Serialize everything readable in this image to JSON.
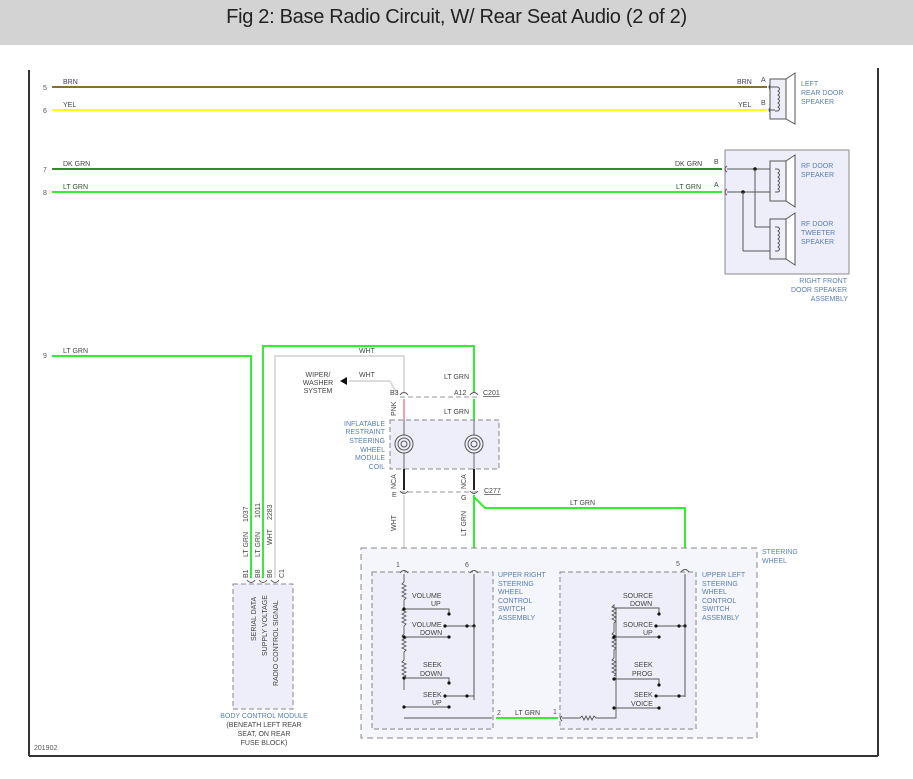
{
  "title": "Fig 2: Base Radio Circuit, W/ Rear Seat Audio (2 of 2)",
  "figure_id": "201902",
  "colors": {
    "brn": "#8b6d2c",
    "yel": "#ffff1a",
    "dk_grn": "#2e8b2e",
    "lt_grn": "#33ee33",
    "wht": "#dcdcdc",
    "pnk": "#f2a0b0",
    "component_fill": "#eeeefa",
    "component_label": "#5a7fb5",
    "frame": "#333333"
  },
  "wires": [
    {
      "row": "5",
      "color": "BRN",
      "right_label": "BRN",
      "pin": "A",
      "dest": "left-rear-door-speaker"
    },
    {
      "row": "6",
      "color": "YEL",
      "right_label": "YEL",
      "pin": "B",
      "dest": "left-rear-door-speaker"
    },
    {
      "row": "7",
      "color": "DK GRN",
      "right_label": "DK GRN",
      "pin": "B",
      "dest": "right-front-door-speaker-assembly"
    },
    {
      "row": "8",
      "color": "LT GRN",
      "right_label": "LT GRN",
      "pin": "A",
      "dest": "right-front-door-speaker-assembly"
    },
    {
      "row": "9",
      "color": "LT GRN"
    }
  ],
  "components": {
    "left_rear_speaker": {
      "lines": [
        "LEFT",
        "REAR DOOR",
        "SPEAKER"
      ]
    },
    "rf_door_speaker": {
      "lines": [
        "RF DOOR",
        "SPEAKER"
      ]
    },
    "rf_tweeter": {
      "lines": [
        "RF DOOR",
        "TWEETER",
        "SPEAKER"
      ]
    },
    "rf_assembly": {
      "lines": [
        "RIGHT FRONT",
        "DOOR SPEAKER",
        "ASSEMBLY"
      ]
    },
    "wiper": {
      "lines": [
        "WIPER/",
        "WASHER",
        "SYSTEM"
      ],
      "wire": "WHT"
    },
    "coil": {
      "lines": [
        "INFLATABLE",
        "RESTRAINT",
        "STEERING",
        "WHEEL",
        "MODULE",
        "COIL"
      ]
    },
    "bcm": {
      "lines": [
        "BODY CONTROL MODULE",
        "(BENEATH LEFT REAR",
        "SEAT, ON REAR",
        "FUSE BLOCK)"
      ],
      "signals": [
        "SERIAL DATA",
        "SUPPLY VOLTAGE",
        "RADIO CONTROL SIGNAL"
      ],
      "pins": [
        "B1",
        "B8",
        "B6",
        "C1"
      ],
      "wire_colors": [
        "LT GRN",
        "LT GRN",
        "WHT"
      ],
      "circuits": [
        "1037",
        "1011",
        "2283"
      ]
    },
    "steering_wheel": {
      "lines": [
        "STEERING",
        "WHEEL"
      ]
    },
    "upper_right_switch": {
      "lines": [
        "UPPER RIGHT",
        "STEERING",
        "WHEEL",
        "CONTROL",
        "SWITCH",
        "ASSEMBLY"
      ],
      "pins": [
        "1",
        "6",
        "2"
      ],
      "switches": [
        [
          "VOLUME",
          "UP"
        ],
        [
          "VOLUME",
          "DOWN"
        ],
        [
          "SEEK",
          "DOWN"
        ],
        [
          "SEEK",
          "UP"
        ]
      ]
    },
    "upper_left_switch": {
      "lines": [
        "UPPER LEFT",
        "STEERING",
        "WHEEL",
        "CONTROL",
        "SWITCH",
        "ASSEMBLY"
      ],
      "pins": [
        "5",
        "1"
      ],
      "switches": [
        [
          "SOURCE",
          "DOWN"
        ],
        [
          "SOURCE",
          "UP"
        ],
        [
          "SEEK",
          "PROG"
        ],
        [
          "SEEK",
          "VOICE"
        ]
      ]
    }
  },
  "connectors": {
    "c201": {
      "name": "C201",
      "pins": [
        "B3",
        "A12"
      ]
    },
    "c277": {
      "name": "C277",
      "pins": [
        "E",
        "G"
      ]
    }
  },
  "wire_labels": {
    "wht_top": "WHT",
    "lt_grn_a12": "LT GRN",
    "lt_grn_coil": "LT GRN",
    "pnk": "PNK",
    "nca_left": "NCA",
    "nca_right": "NCA",
    "wht_lower": "WHT",
    "lt_grn_lower": "LT GRN",
    "lt_grn_c277": "LT GRN",
    "lt_grn_switch": "LT GRN"
  }
}
